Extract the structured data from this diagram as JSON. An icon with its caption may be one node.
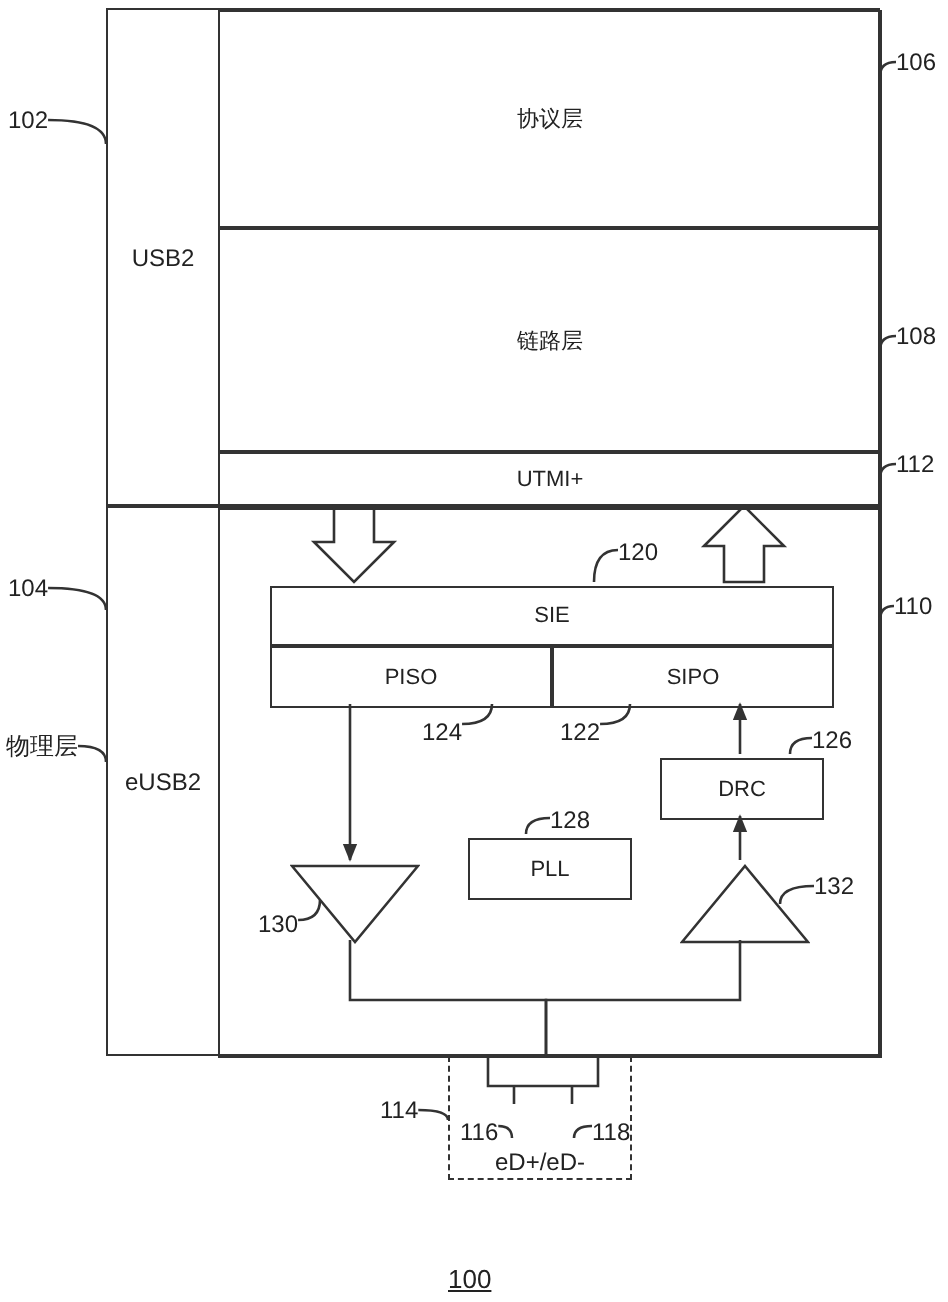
{
  "diagram": {
    "nodes": [
      {
        "text": [
          "USB2"
        ]
      },
      {
        "text": [
          "协议层"
        ],
        "in": 0
      },
      {
        "text": [
          "链路层"
        ],
        "in": 0
      },
      {
        "text": [
          "UTMI+"
        ],
        "in": 0
      },
      {
        "text": [
          "eUSB2"
        ]
      },
      {
        "text": [],
        "shape": "box",
        "in": 4
      },
      {
        "text": [
          "SIE"
        ],
        "in": 5
      },
      {
        "text": [
          "PISO"
        ],
        "in": 5
      },
      {
        "text": [
          "SIPO"
        ],
        "in": 5
      },
      {
        "text": [
          "DRC"
        ],
        "in": 5
      },
      {
        "text": [
          "PLL"
        ],
        "in": 5
      },
      {
        "text": [],
        "shape": "triangle",
        "in": 5
      },
      {
        "text": [],
        "shape": "triangle",
        "in": 5
      },
      {
        "text": [
          "eD+/eD-"
        ]
      },
      {
        "text": [
          "102"
        ]
      },
      {
        "text": [
          "106"
        ]
      },
      {
        "text": [
          "108"
        ]
      },
      {
        "text": [
          "112"
        ]
      },
      {
        "text": [
          "104"
        ]
      },
      {
        "text": [
          "物理层"
        ]
      },
      {
        "text": [
          "110"
        ]
      },
      {
        "text": [
          "120"
        ],
        "in": 5
      },
      {
        "text": [
          "124"
        ],
        "in": 5
      },
      {
        "text": [
          "122"
        ],
        "in": 5
      },
      {
        "text": [
          "126"
        ],
        "in": 5
      },
      {
        "text": [
          "128"
        ],
        "in": 5
      },
      {
        "text": [
          "130"
        ],
        "in": 5
      },
      {
        "text": [
          "132"
        ],
        "in": 5
      },
      {
        "text": [
          "114"
        ]
      },
      {
        "text": [
          "116"
        ],
        "in": 13
      },
      {
        "text": [
          "118"
        ],
        "in": 13
      }
    ],
    "edges": [
      {
        "from": 3,
        "to": 6,
        "arrow": "to",
        "style": "thick"
      },
      {
        "from": 6,
        "to": 3,
        "arrow": "to",
        "style": "thick"
      },
      {
        "from": 7,
        "to": 11,
        "arrow": "to"
      },
      {
        "from": 12,
        "to": 9,
        "arrow": "to"
      },
      {
        "from": 9,
        "to": 8,
        "arrow": "to"
      },
      {
        "from": 11,
        "to": 13,
        "arrow": "none"
      },
      {
        "from": 13,
        "to": 12,
        "arrow": "none"
      },
      {
        "from": 14,
        "to": 0,
        "arrow": "none"
      },
      {
        "from": 15,
        "to": 1,
        "arrow": "none"
      },
      {
        "from": 16,
        "to": 2,
        "arrow": "none"
      },
      {
        "from": 17,
        "to": 3,
        "arrow": "none"
      },
      {
        "from": 18,
        "to": 4,
        "arrow": "none"
      },
      {
        "from": 19,
        "to": 4,
        "arrow": "none"
      },
      {
        "from": 20,
        "to": 5,
        "arrow": "none"
      },
      {
        "from": 21,
        "to": 6,
        "arrow": "none"
      },
      {
        "from": 22,
        "to": 7,
        "arrow": "none"
      },
      {
        "from": 23,
        "to": 8,
        "arrow": "none"
      },
      {
        "from": 24,
        "to": 9,
        "arrow": "none"
      },
      {
        "from": 25,
        "to": 10,
        "arrow": "none"
      },
      {
        "from": 26,
        "to": 11,
        "arrow": "none"
      },
      {
        "from": 27,
        "to": 12,
        "arrow": "none"
      },
      {
        "from": 28,
        "to": 13,
        "arrow": "none"
      },
      {
        "from": 29,
        "to": null,
        "arrow": "none"
      },
      {
        "from": 30,
        "to": null,
        "arrow": "none"
      }
    ],
    "labels": [
      "100"
    ]
  }
}
